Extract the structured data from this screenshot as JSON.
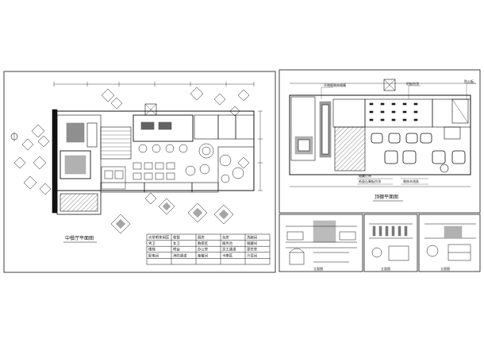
{
  "colors": {
    "line": "#111111",
    "background": "#ffffff",
    "hatch": "#333333",
    "fill_dark": "#222222"
  },
  "sheet_main": {
    "title": "中餐厅平面图",
    "legend": {
      "items": [
        "大堂吧休闲区",
        "收银",
        "厨房",
        "包房",
        "洗碗间",
        "男卫",
        "女卫",
        "散座区",
        "服务台",
        "储藏间",
        "楼梯",
        "吧台",
        "办公室",
        "员工通道",
        "更衣室",
        "配电间",
        "消防通道",
        "备餐间",
        "卡座区",
        "冷菜间"
      ]
    }
  },
  "sheet_ceiling": {
    "title": "顶棚平面图",
    "callouts": [
      "不锈钢装饰格栅",
      "铝板吊顶",
      "防火板",
      "暗藏灯带",
      "纸面石膏板吊顶",
      "装饰木线条"
    ]
  },
  "sheet_elevation_a": {
    "title": "立面图"
  },
  "sheet_elevation_b": {
    "title": "立面图"
  },
  "sheet_elevation_c": {
    "title": "立面图"
  }
}
